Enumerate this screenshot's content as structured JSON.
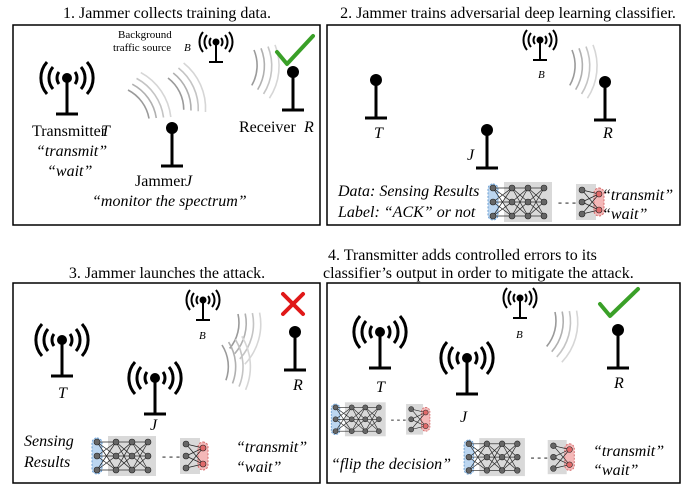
{
  "panels": [
    {
      "caption": "1. Jammer collects training data.",
      "labels": {
        "transmitter": "Transmitter",
        "transmitter_var": "T",
        "receiver": "Receiver",
        "receiver_var": "R",
        "jammer": "Jammer",
        "jammer_var": "J",
        "background_line1": "Background",
        "background_line2": "traffic source",
        "background_var": "B",
        "action_transmit": "“transmit”",
        "action_wait": "“wait”",
        "monitor": "“monitor the spectrum”"
      },
      "receiver_status": "success"
    },
    {
      "caption": "2. Jammer trains adversarial deep learning classifier.",
      "labels": {
        "t": "T",
        "r": "R",
        "j": "J",
        "b": "B",
        "data": "Data: Sensing Results",
        "label": "Label: “ACK” or not",
        "out_transmit": "“transmit”",
        "out_wait": "“wait”"
      }
    },
    {
      "caption": "3. Jammer launches the attack.",
      "labels": {
        "t": "T",
        "r": "R",
        "j": "J",
        "b": "B",
        "sensing_line1": "Sensing",
        "sensing_line2": "Results",
        "out_transmit": "“transmit”",
        "out_wait": "“wait”"
      },
      "receiver_status": "fail"
    },
    {
      "caption_line1": "4. Transmitter adds controlled errors to its",
      "caption_line2": "classifier’s output in order to mitigate the attack.",
      "labels": {
        "t": "T",
        "r": "R",
        "j": "J",
        "b": "B",
        "flip": "“flip the decision”",
        "out_transmit": "“transmit”",
        "out_wait": "“wait”"
      },
      "receiver_status": "success"
    }
  ],
  "colors": {
    "check": "#3aa028",
    "cross": "#e01818",
    "input_layer": "#bcd6f0",
    "output_layer": "#f4b8b8",
    "net_bg": "#d9d9d9"
  },
  "icons": [
    "antenna-icon",
    "radio-wave-icon",
    "check-icon",
    "cross-icon",
    "neural-network-icon"
  ]
}
